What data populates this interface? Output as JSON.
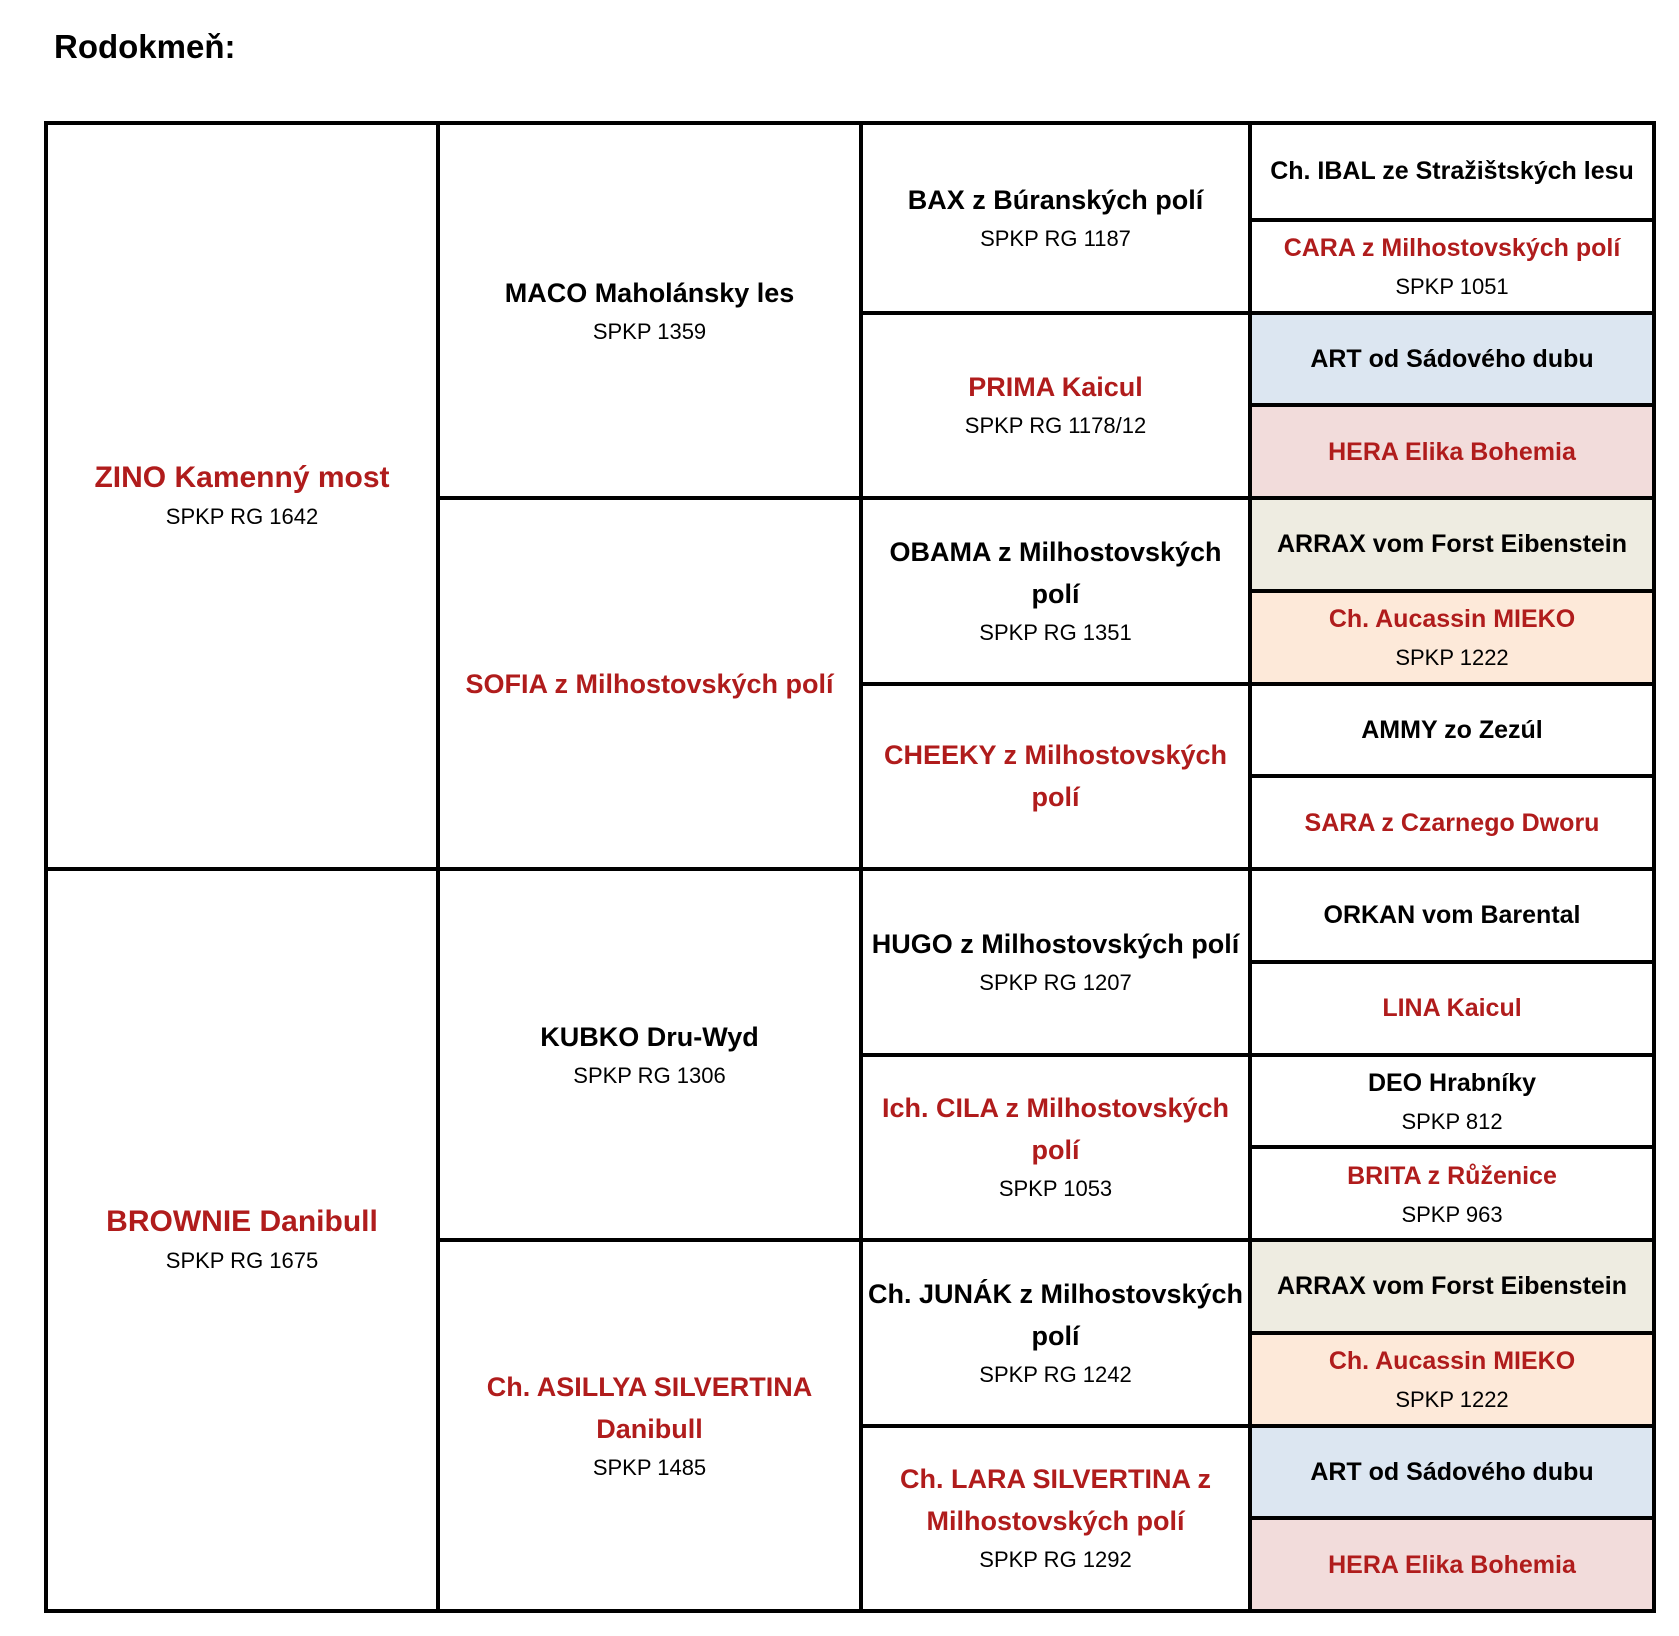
{
  "heading": "Rodokmeň:",
  "pedigree": {
    "gen1": [
      {
        "name": "ZINO Kamenný most",
        "reg": "SPKP RG 1642",
        "female": true
      },
      {
        "name": "BROWNIE Danibull",
        "reg": "SPKP RG 1675",
        "female": true
      }
    ],
    "gen2": [
      {
        "name": "MACO Maholánsky les",
        "reg": "SPKP 1359",
        "female": false
      },
      {
        "name": "SOFIA z Milhostovských polí",
        "reg": "",
        "female": true
      },
      {
        "name": "KUBKO Dru-Wyd",
        "reg": "SPKP RG 1306",
        "female": false
      },
      {
        "name": "Ch. ASILLYA SILVERTINA Danibull",
        "reg": "SPKP 1485",
        "female": true
      }
    ],
    "gen3": [
      {
        "name": "BAX z Búranských polí",
        "reg": "SPKP RG 1187",
        "female": false
      },
      {
        "name": "PRIMA Kaicul",
        "reg": "SPKP RG 1178/12",
        "female": true
      },
      {
        "name": "OBAMA z Milhostovských polí",
        "reg": "SPKP RG 1351",
        "female": false
      },
      {
        "name": "CHEEKY z Milhostovských polí",
        "reg": "",
        "female": true
      },
      {
        "name": "HUGO z Milhostovských polí",
        "reg": "SPKP RG 1207",
        "female": false
      },
      {
        "name": "Ich. CILA z Milhostovských polí",
        "reg": "SPKP 1053",
        "female": true
      },
      {
        "name": "Ch. JUNÁK z Milhostovských polí",
        "reg": "SPKP RG 1242",
        "female": false
      },
      {
        "name": "Ch. LARA SILVERTINA z Milhostovských polí",
        "reg": "SPKP RG 1292",
        "female": true
      }
    ],
    "gen4": [
      {
        "name": "Ch. IBAL ze Stražištských lesu",
        "reg": "",
        "female": false,
        "bg": "#ffffff"
      },
      {
        "name": "CARA z Milhostovských polí",
        "reg": "SPKP 1051",
        "female": true,
        "bg": "#ffffff"
      },
      {
        "name": "ART od Sádového dubu",
        "reg": "",
        "female": false,
        "bg": "#dce6f1"
      },
      {
        "name": "HERA Elika Bohemia",
        "reg": "",
        "female": true,
        "bg": "#f2dcdb"
      },
      {
        "name": "ARRAX vom Forst Eibenstein",
        "reg": "",
        "female": false,
        "bg": "#eeece1"
      },
      {
        "name": "Ch. Aucassin MIEKO",
        "reg": "SPKP 1222",
        "female": true,
        "bg": "#fde9d9"
      },
      {
        "name": "AMMY zo Zezúl",
        "reg": "",
        "female": false,
        "bg": "#ffffff"
      },
      {
        "name": "SARA z Czarnego Dworu",
        "reg": "",
        "female": true,
        "bg": "#ffffff"
      },
      {
        "name": "ORKAN vom Barental",
        "reg": "",
        "female": false,
        "bg": "#ffffff"
      },
      {
        "name": "LINA Kaicul",
        "reg": "",
        "female": true,
        "bg": "#ffffff"
      },
      {
        "name": "DEO Hrabníky",
        "reg": "SPKP 812",
        "female": false,
        "bg": "#ffffff"
      },
      {
        "name": "BRITA z Růženice",
        "reg": "SPKP 963",
        "female": true,
        "bg": "#ffffff"
      },
      {
        "name": "ARRAX vom Forst Eibenstein",
        "reg": "",
        "female": false,
        "bg": "#eeece1"
      },
      {
        "name": "Ch. Aucassin MIEKO",
        "reg": "SPKP 1222",
        "female": true,
        "bg": "#fde9d9"
      },
      {
        "name": "ART od Sádového dubu",
        "reg": "",
        "female": false,
        "bg": "#dce6f1"
      },
      {
        "name": "HERA Elika Bohemia",
        "reg": "",
        "female": true,
        "bg": "#f2dcdb"
      }
    ]
  },
  "colors": {
    "female_name": "#b01c1c",
    "male_name": "#000000"
  }
}
